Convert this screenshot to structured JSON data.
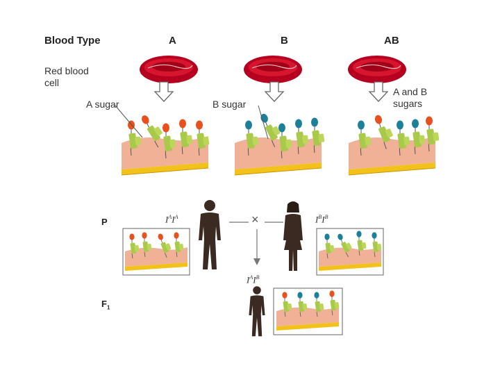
{
  "header": {
    "blood_type_label": "Blood Type",
    "columns": [
      "A",
      "B",
      "AB"
    ]
  },
  "labels": {
    "red_blood_cell_line1": "Red blood",
    "red_blood_cell_line2": "cell",
    "a_sugar": "A sugar",
    "b_sugar": "B sugar",
    "ab_sugars_line1": "A and B",
    "ab_sugars_line2": "sugars"
  },
  "cross": {
    "p_label": "P",
    "f1_label": "F",
    "f1_sub": "1",
    "cross_symbol": "×",
    "male_genotype": {
      "base1": "I",
      "sup1": "A",
      "base2": "I",
      "sup2": "A"
    },
    "female_genotype": {
      "base1": "I",
      "sup1": "B",
      "base2": "I",
      "sup2": "B"
    },
    "child_genotype": {
      "base1": "I",
      "sup1": "A",
      "base2": "I",
      "sup2": "B"
    }
  },
  "colors": {
    "cell_red": "#c8102e",
    "membrane_pink": "#f2b49a",
    "membrane_yellow": "#f3c21a",
    "stalk_green": "#a9c94a",
    "sugar_a": "#e8501e",
    "sugar_b": "#1e7f9a",
    "silhouette": "#3b2a22"
  }
}
